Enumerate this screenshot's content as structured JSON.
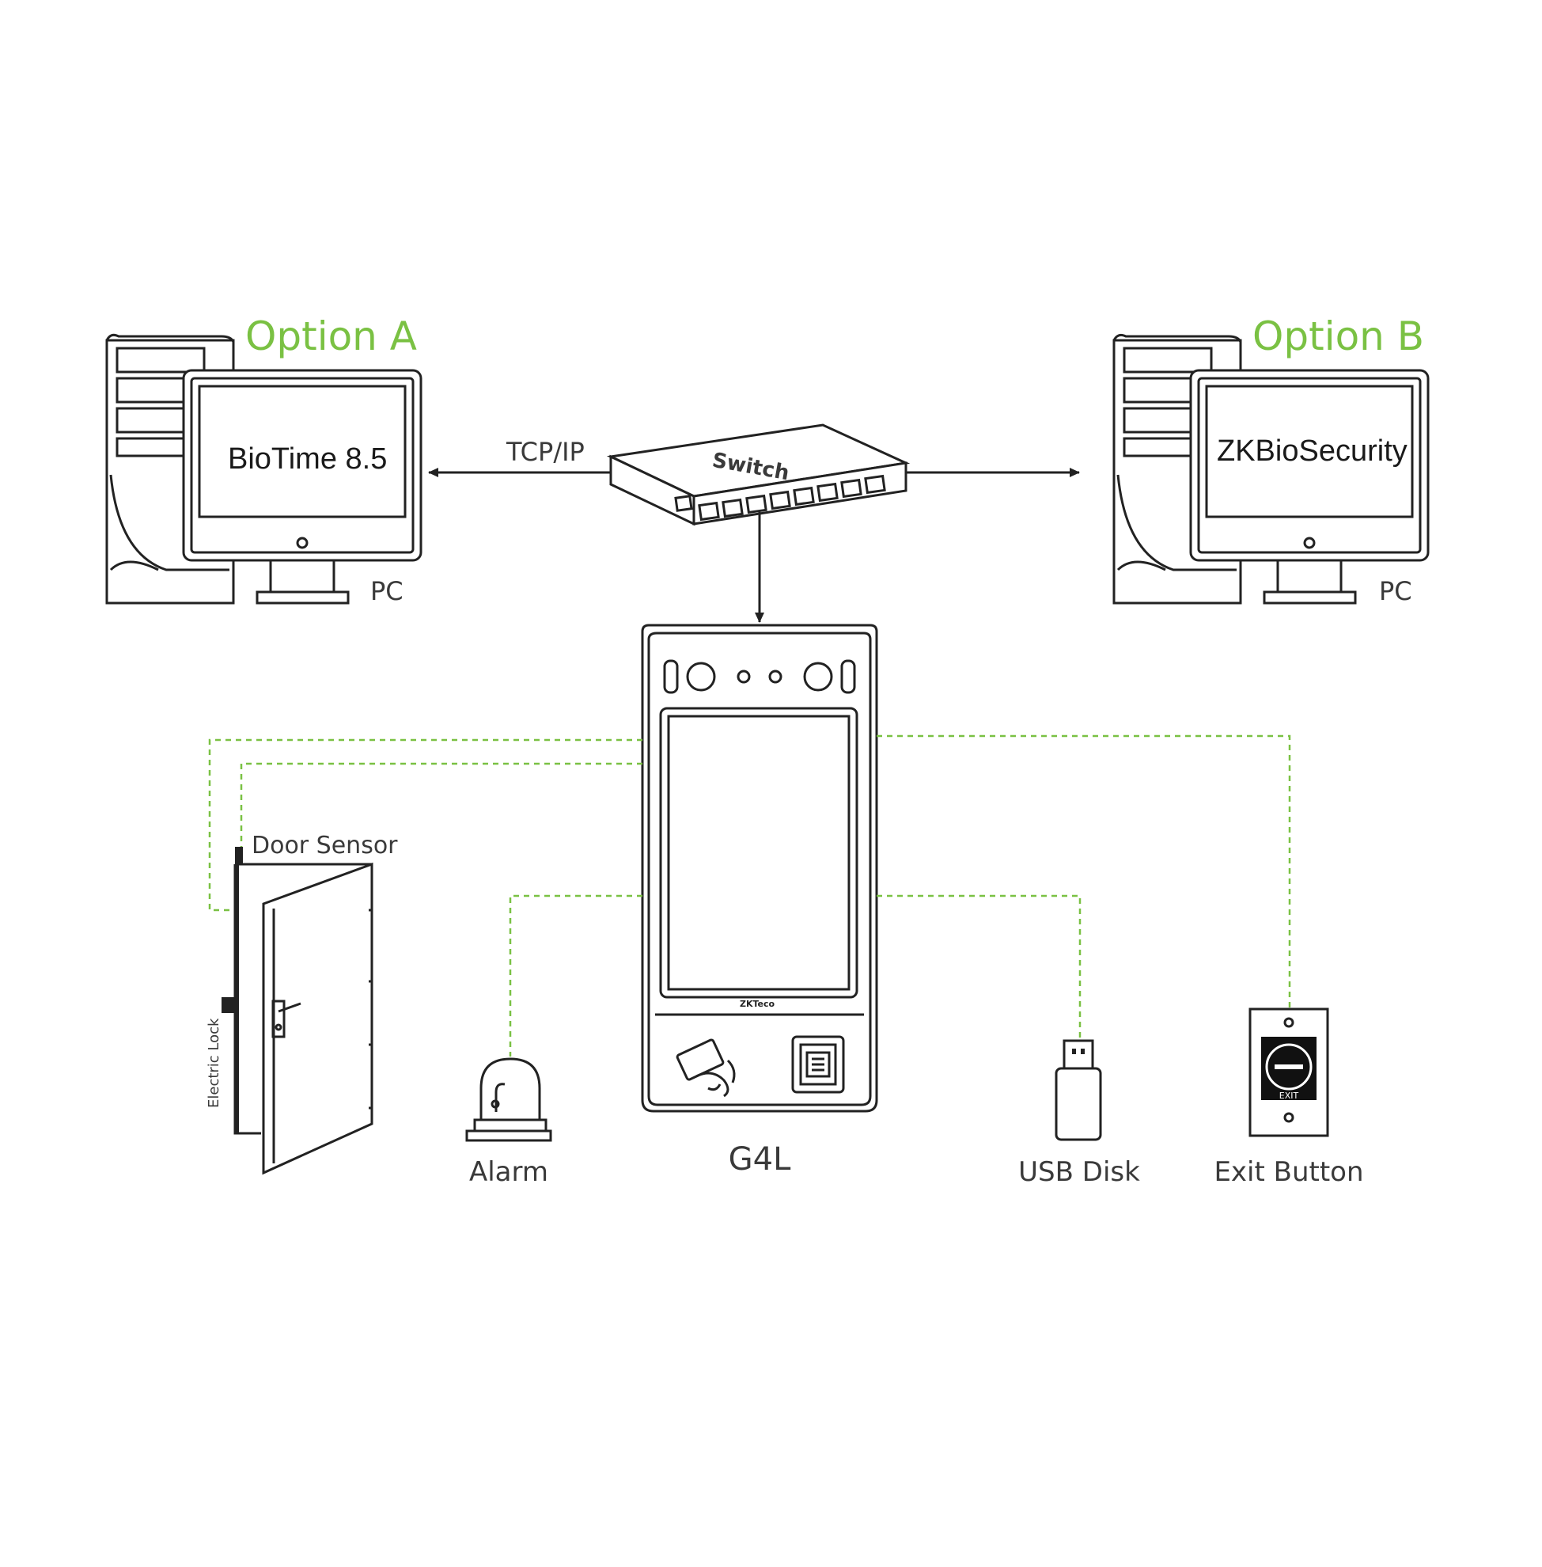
{
  "option_a": {
    "title": "Option A",
    "screen": "BioTime 8.5",
    "pc_label": "PC"
  },
  "option_b": {
    "title": "Option B",
    "screen": "ZKBioSecurity",
    "pc_label": "PC"
  },
  "network": {
    "protocol": "TCP/IP",
    "switch_label": "Switch"
  },
  "device": {
    "name": "G4L",
    "brand": "ZKTeco"
  },
  "peripherals": {
    "door_sensor": "Door Sensor",
    "electric_lock": "Electric Lock",
    "alarm": "Alarm",
    "usb_disk": "USB Disk",
    "exit_button": "Exit Button",
    "exit_text": "EXIT"
  },
  "colors": {
    "accent": "#7ac143",
    "line": "#222222",
    "text": "#3a3a3a"
  }
}
